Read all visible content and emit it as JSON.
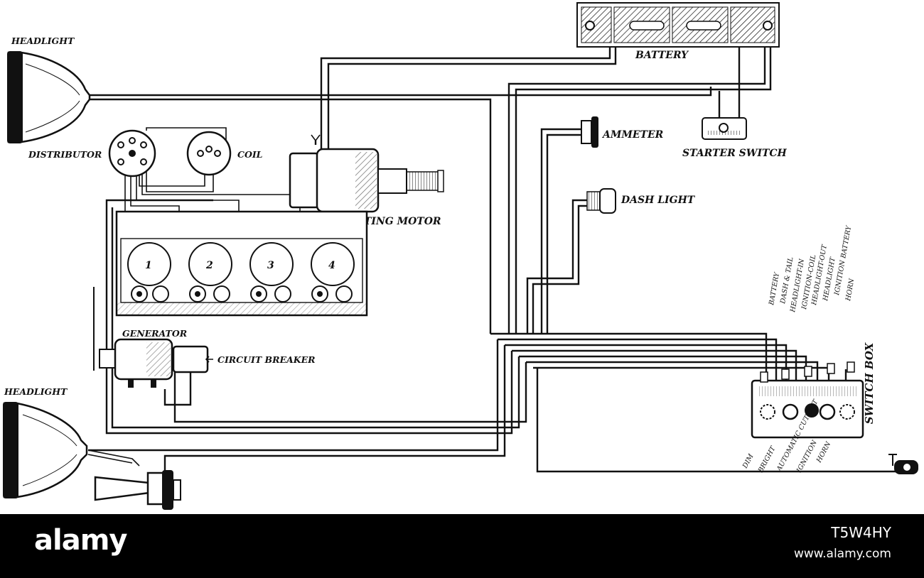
{
  "labels": {
    "headlight_top": "HEADLIGHT",
    "headlight_bottom": "HEADLIGHT",
    "distributor": "DISTRIBUTOR",
    "coil": "COIL",
    "starting_motor": "STARTING MOTOR",
    "battery": "BATTERY",
    "starter_switch": "STARTER SWITCH",
    "ammeter": "AMMETER",
    "dash_light": "DASH LIGHT",
    "generator": "GENERATOR",
    "circuit_breaker": "CIRCUIT BREAKER",
    "switch_box": "SWITCH BOX"
  },
  "cylinders": [
    "1",
    "2",
    "3",
    "4"
  ],
  "switch_box_terminals": [
    "BATTERY",
    "DASH & TAIL",
    "HEADLIGHT-IN",
    "IGNITION-COIL",
    "HEADLIGHT-OUT",
    "HEADLIGHT",
    "IGNITION BATTERY",
    "HORN"
  ],
  "switch_box_buttons": [
    "DIM",
    "BRIGHT",
    "AUTOMATIC CUT OUT",
    "IGNITION",
    "HORN"
  ],
  "footer": {
    "brand": "alamy",
    "stock_id": "T5W4HY",
    "site": "www.alamy.com"
  },
  "colors": {
    "ink": "#111111",
    "paper": "#ffffff",
    "footer": "#000000"
  }
}
